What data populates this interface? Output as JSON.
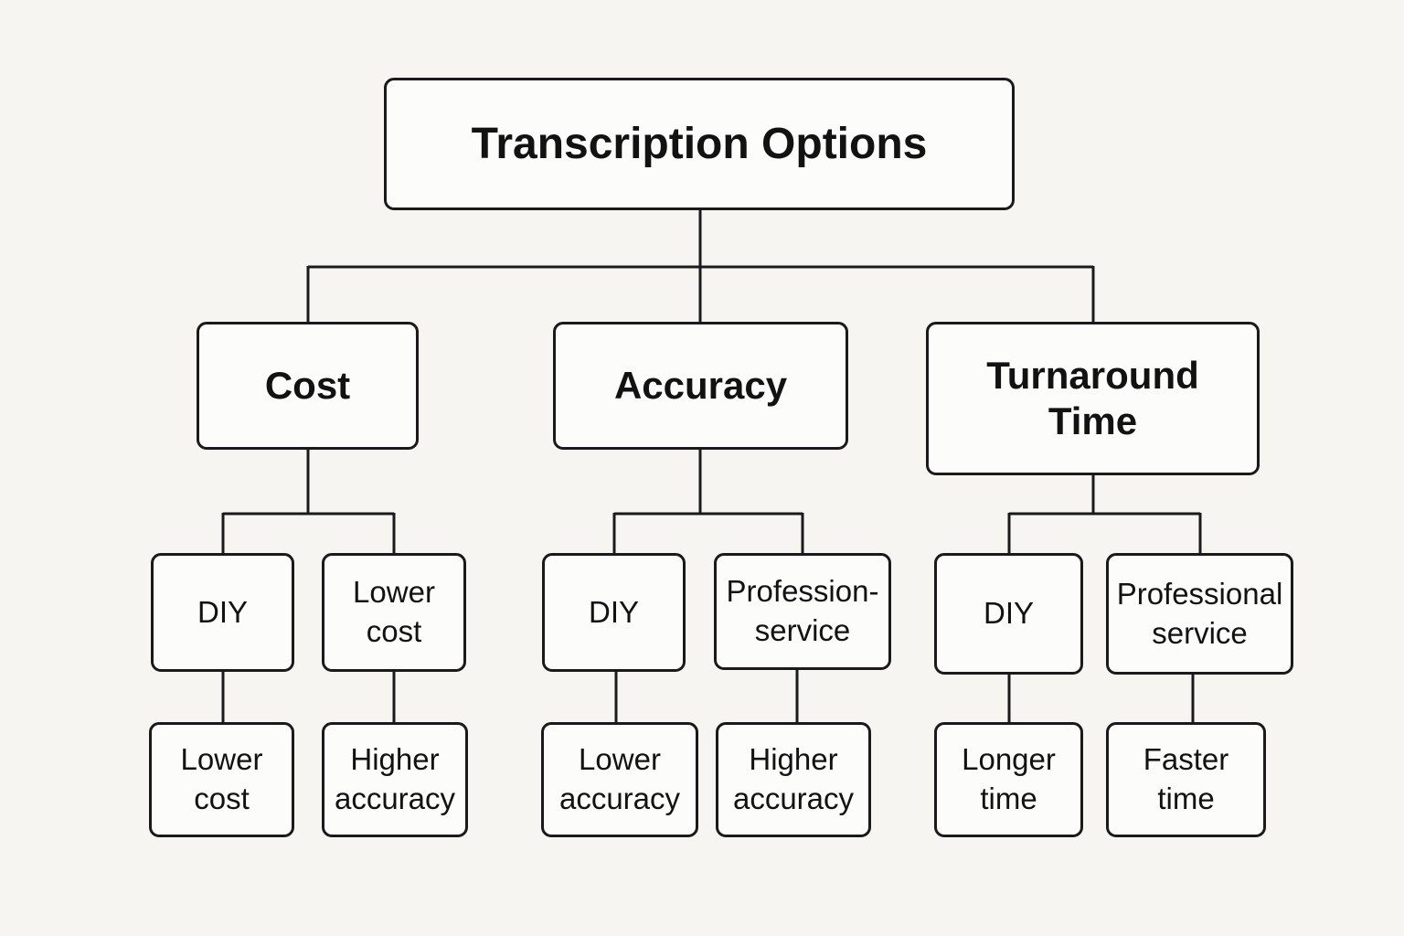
{
  "diagram": {
    "root": {
      "label": "Transcription Options"
    },
    "branches": [
      {
        "label": "Cost",
        "options": [
          {
            "label": "DIY",
            "outcome": "Lower cost"
          },
          {
            "label": "Lower cost",
            "outcome": "Higher accuracy"
          }
        ]
      },
      {
        "label": "Accuracy",
        "options": [
          {
            "label": "DIY",
            "outcome": "Lower accuracy"
          },
          {
            "label": "Profession-service",
            "outcome": "Higher accuracy"
          }
        ]
      },
      {
        "label": "Turnaround Time",
        "options": [
          {
            "label": "DIY",
            "outcome": "Longer time"
          },
          {
            "label": "Professional service",
            "outcome": "Faster time"
          }
        ]
      }
    ],
    "colors": {
      "line": "#1a1a1a",
      "background": "#f6f5f1",
      "box_fill": "#fcfcfa",
      "text": "#121212"
    }
  }
}
